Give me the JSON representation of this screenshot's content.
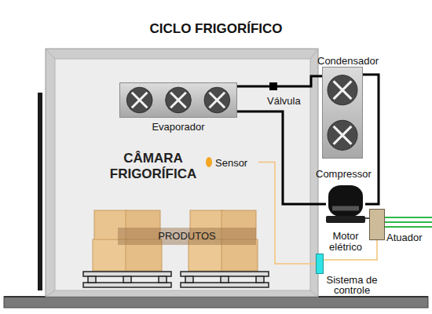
{
  "diagram": {
    "title": "CICLO FRIGORÍFICO",
    "nodes": [
      {
        "text": [
          "CÂMARA FRIGORÍFICA"
        ]
      },
      {
        "text": [
          "Evaporador"
        ],
        "in": 0
      },
      {
        "text": [
          "Válvula"
        ]
      },
      {
        "text": [
          "Condensador"
        ]
      },
      {
        "text": [
          "Compressor",
          "Motor elétrico"
        ]
      },
      {
        "text": [
          "Atuador"
        ]
      },
      {
        "text": [
          "Sistema de controle"
        ]
      },
      {
        "text": [
          "Sensor"
        ],
        "in": 0
      },
      {
        "text": [
          "PRODUTOS"
        ],
        "in": 0
      }
    ],
    "edges": [
      {
        "from": 1,
        "to": 2,
        "arrow": "none"
      },
      {
        "from": 2,
        "to": 3,
        "arrow": "none"
      },
      {
        "from": 3,
        "to": 4,
        "arrow": "none"
      },
      {
        "from": 1,
        "to": 4,
        "arrow": "none"
      },
      {
        "from": 7,
        "to": 6,
        "arrow": "none"
      },
      {
        "from": 6,
        "to": 5,
        "arrow": "none"
      },
      {
        "from": 5,
        "to": 4,
        "arrow": "none"
      }
    ]
  }
}
